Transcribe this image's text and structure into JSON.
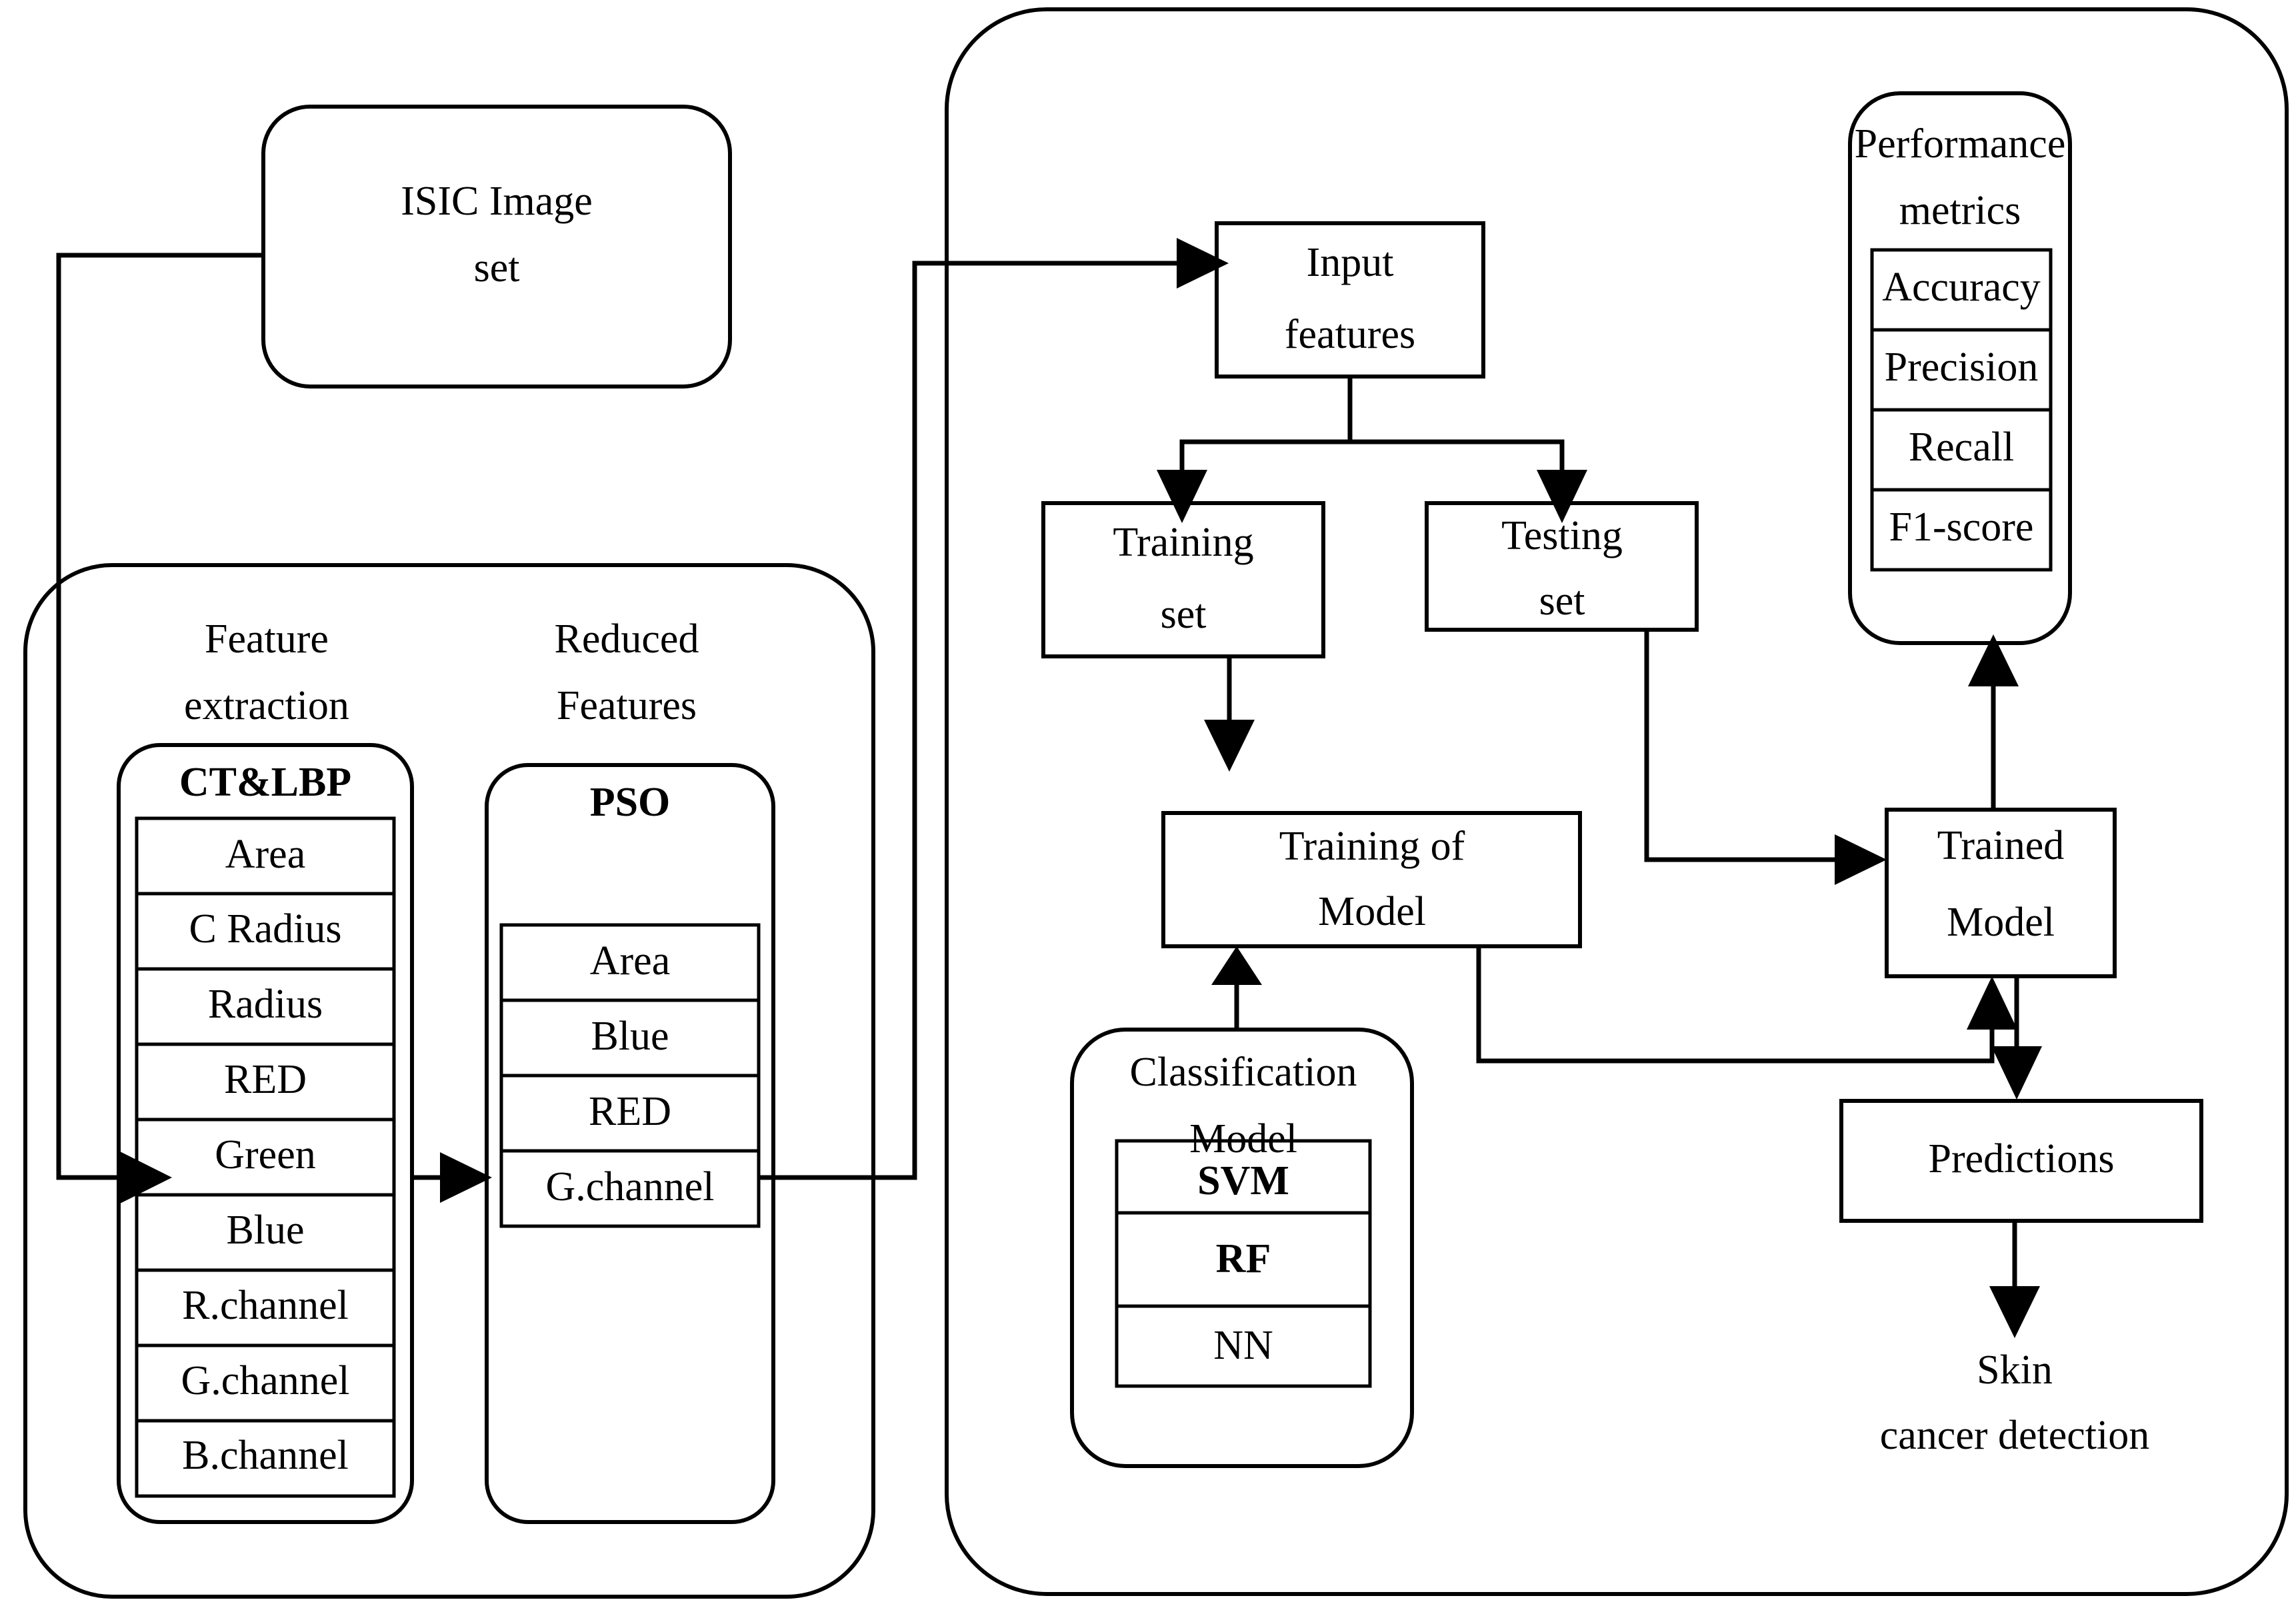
{
  "diagram": {
    "title_present": false,
    "nodes": {
      "isic": "ISIC Image\nset",
      "isic_line1": "ISIC Image",
      "isic_line2": "set",
      "feature_extraction_line1": "Feature",
      "feature_extraction_line2": "extraction",
      "reduced_features_line1": "Reduced",
      "reduced_features_line2": "Features",
      "ctlbp_title": "CT&LBP",
      "pso_title": "PSO",
      "input_features_line1": "Input",
      "input_features_line2": "features",
      "training_set_line1": "Training",
      "training_set_line2": "set",
      "testing_set_line1": "Testing",
      "testing_set_line2": "set",
      "training_of_model_line1": "Training of",
      "training_of_model_line2": "Model",
      "classification_model_line1": "Classification",
      "classification_model_line2": "Model",
      "performance_metrics_line1": "Performance",
      "performance_metrics_line2": "metrics",
      "trained_model_line1": "Trained",
      "trained_model_line2": "Model",
      "predictions": "Predictions",
      "skin_cancer_line1": "Skin",
      "skin_cancer_line2": "cancer detection"
    },
    "ctlbp_features": [
      "Area",
      "C Radius",
      "Radius",
      "RED",
      "Green",
      "Blue",
      "R.channel",
      "G.channel",
      "B.channel"
    ],
    "pso_features": [
      "Area",
      "Blue",
      "RED",
      "G.channel"
    ],
    "classifiers": [
      "SVM",
      "RF",
      "NN"
    ],
    "performance_metrics": [
      "Accuracy",
      "Precision",
      "Recall",
      "F1-score"
    ],
    "colors": {
      "stroke": "#000000",
      "background": "#ffffff",
      "text": "#000000"
    }
  }
}
